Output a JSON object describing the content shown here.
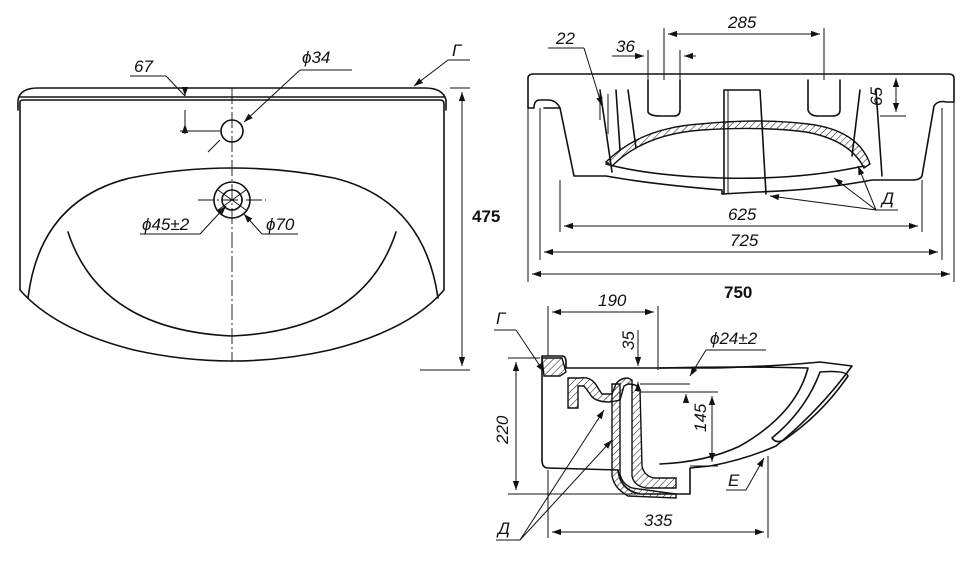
{
  "top_view": {
    "overall_depth": "475",
    "hole_offset": "67",
    "faucet_hole": "ϕ34",
    "drain_inner": "ϕ45±2",
    "drain_outer": "ϕ70",
    "section_mark": "Г"
  },
  "front_section": {
    "dim_22": "22",
    "dim_36": "36",
    "dim_285": "285",
    "dim_65": "65",
    "dim_625": "625",
    "dim_725": "725",
    "overall_width": "750",
    "mark_d": "Д"
  },
  "side_section": {
    "dim_190": "190",
    "dim_35": "35",
    "overflow_hole": "ϕ24±2",
    "dim_145": "145",
    "height": "220",
    "dim_335": "335",
    "mark_g": "Г",
    "mark_d": "Д",
    "mark_e": "Е"
  }
}
